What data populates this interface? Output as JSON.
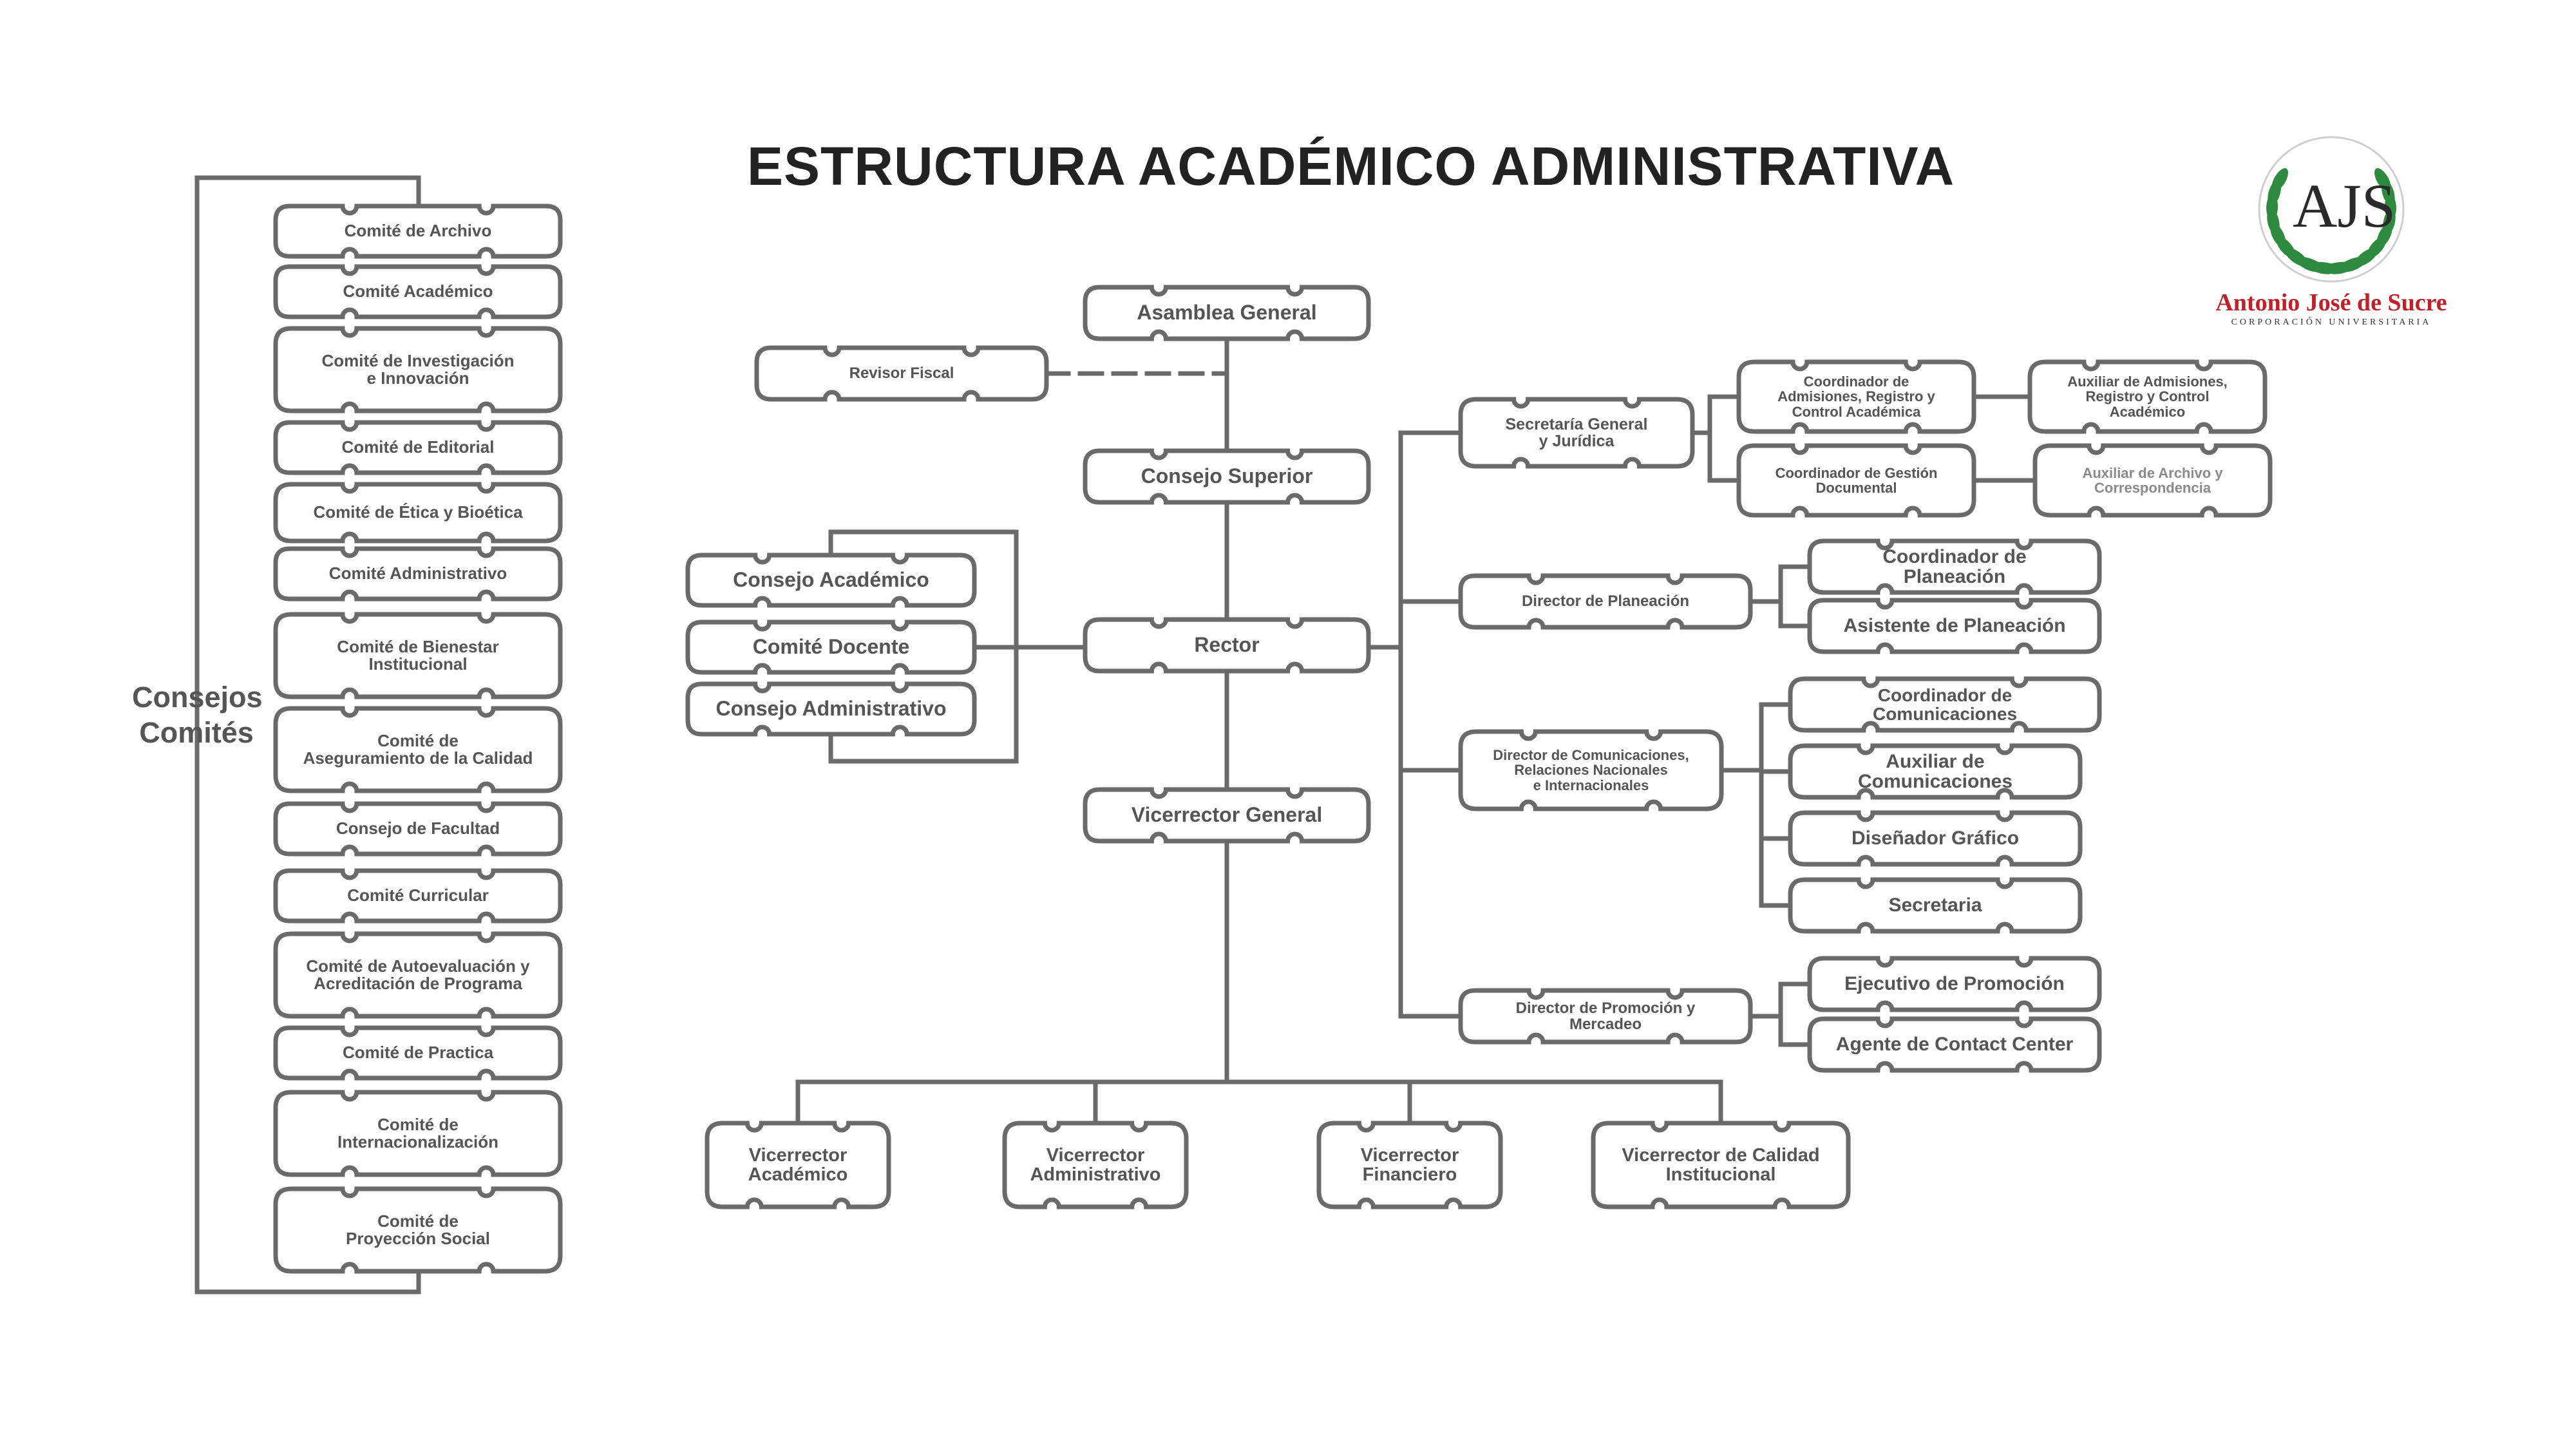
{
  "title": "ESTRUCTURA ACADÉMICO ADMINISTRATIVA",
  "side_label": {
    "line1": "Consejos",
    "line2": "Comités"
  },
  "logo": {
    "monogram": "AJS",
    "name": "Antonio José de Sucre",
    "subtitle": "CORPORACIÓN UNIVERSITARIA"
  },
  "colors": {
    "stroke": "#6a6a6a",
    "text": "#555555",
    "title": "#222222",
    "logo_red": "#c0202a",
    "laurel": "#2e8a3e",
    "muted_text": "#8a8a8a"
  },
  "committees": [
    "Comité de Archivo",
    "Comité Académico",
    "Comité de Investigación\ne Innovación",
    "Comité de Editorial",
    "Comité de Ética y Bioética",
    "Comité Administrativo",
    "Comité de Bienestar\nInstitucional",
    "Comité de\nAseguramiento de la Calidad",
    "Consejo de Facultad",
    "Comité Curricular",
    "Comité de Autoevaluación y\nAcreditación de Programa",
    "Comité de Practica",
    "Comité de\nInternacionalización",
    "Comité de\nProyección Social"
  ],
  "nodes": {
    "asamblea": "Asamblea General",
    "revisor": "Revisor Fiscal",
    "consejo_superior": "Consejo Superior",
    "rector": "Rector",
    "vicerrector_general": "Vicerrector General",
    "consejo_academico": "Consejo Académico",
    "comite_docente": "Comité Docente",
    "consejo_administrativo": "Consejo Administrativo",
    "secretaria_general": "Secretaría General\ny Jurídica",
    "coord_admisiones": "Coordinador de\nAdmisiones, Registro y\nControl Académica",
    "aux_admisiones": "Auxiliar de Admisiones,\nRegistro y Control\nAcadémico",
    "coord_gestion": "Coordinador de Gestión\nDocumental",
    "aux_archivo": "Auxiliar de Archivo y\nCorrespondencia",
    "dir_planeacion": "Director de Planeación",
    "coord_planeacion": "Coordinador de Planeación",
    "asist_planeacion": "Asistente de Planeación",
    "dir_comunicaciones": "Director de Comunicaciones,\nRelaciones Nacionales\ne Internacionales",
    "coord_comunicaciones": "Coordinador de Comunicaciones",
    "aux_comunicaciones": "Auxiliar de Comunicaciones",
    "disenador": "Diseñador Gráfico",
    "secretaria": "Secretaria",
    "dir_promocion": "Director de Promoción y Mercadeo",
    "ejecutivo_promocion": "Ejecutivo de Promoción",
    "agente_contact": "Agente de Contact Center",
    "vice_academico": "Vicerrector\nAcadémico",
    "vice_administrativo": "Vicerrector\nAdministrativo",
    "vice_financiero": "Vicerrector\nFinanciero",
    "vice_calidad": "Vicerrector de Calidad\nInstitucional"
  }
}
